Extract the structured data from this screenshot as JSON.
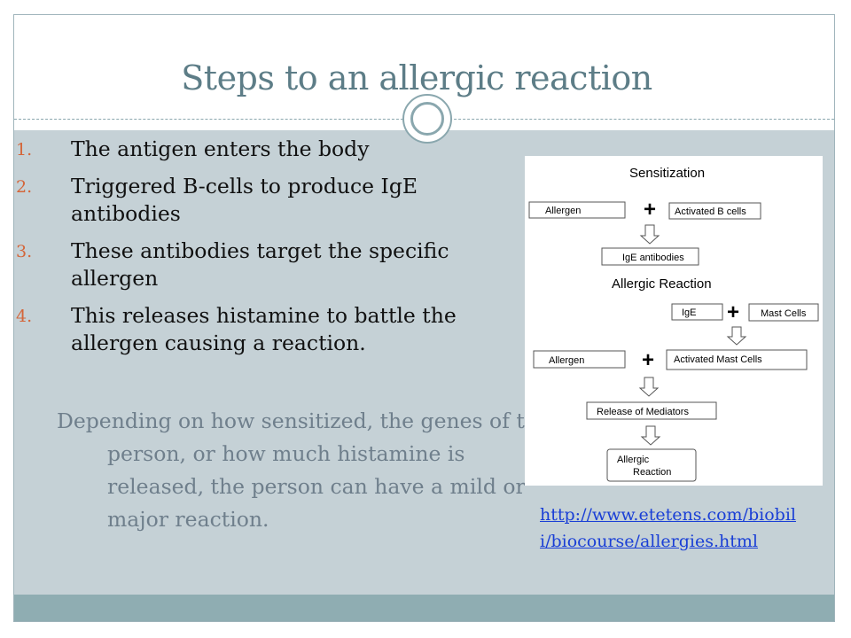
{
  "slide": {
    "title": "Steps to an allergic reaction",
    "steps": [
      {
        "number": "1.",
        "text": "The antigen enters the body"
      },
      {
        "number": "2.",
        "text": "Triggered B-cells to produce IgE antibodies"
      },
      {
        "number": "3.",
        "text": "These antibodies target the specific allergen"
      },
      {
        "number": "4.",
        "text": "This releases histamine to battle the allergen causing a reaction."
      }
    ],
    "note": "Depending on how sensitized, the genes of the person, or how much histamine is released, the person can have a mild or major reaction.",
    "source_link": "http://www.etetens.com/biobili/biocourse/allergies.html"
  },
  "diagram": {
    "heading_sensitization": "Sensitization",
    "allergen_1": "Allergen",
    "plus_1": "+",
    "activated_b_cells": "Activated B cells",
    "ige_antibodies": "IgE antibodies",
    "heading_allergic_reaction": "Allergic Reaction",
    "ige": "IgE",
    "plus_2": "+",
    "mast_cells": "Mast Cells",
    "allergen_2": "Allergen",
    "plus_3": "+",
    "activated_mast_cells": "Activated Mast Cells",
    "release_of_mediators": "Release of Mediators",
    "allergic_reaction_line1": "Allergic",
    "allergic_reaction_line2": "Reaction"
  },
  "colors": {
    "title": "#5d7d87",
    "panel": "#c5d1d6",
    "footer": "#8fadb2",
    "list_number": "#d4663a",
    "note_text": "#6f7f8c",
    "link": "#1a3fd6"
  }
}
